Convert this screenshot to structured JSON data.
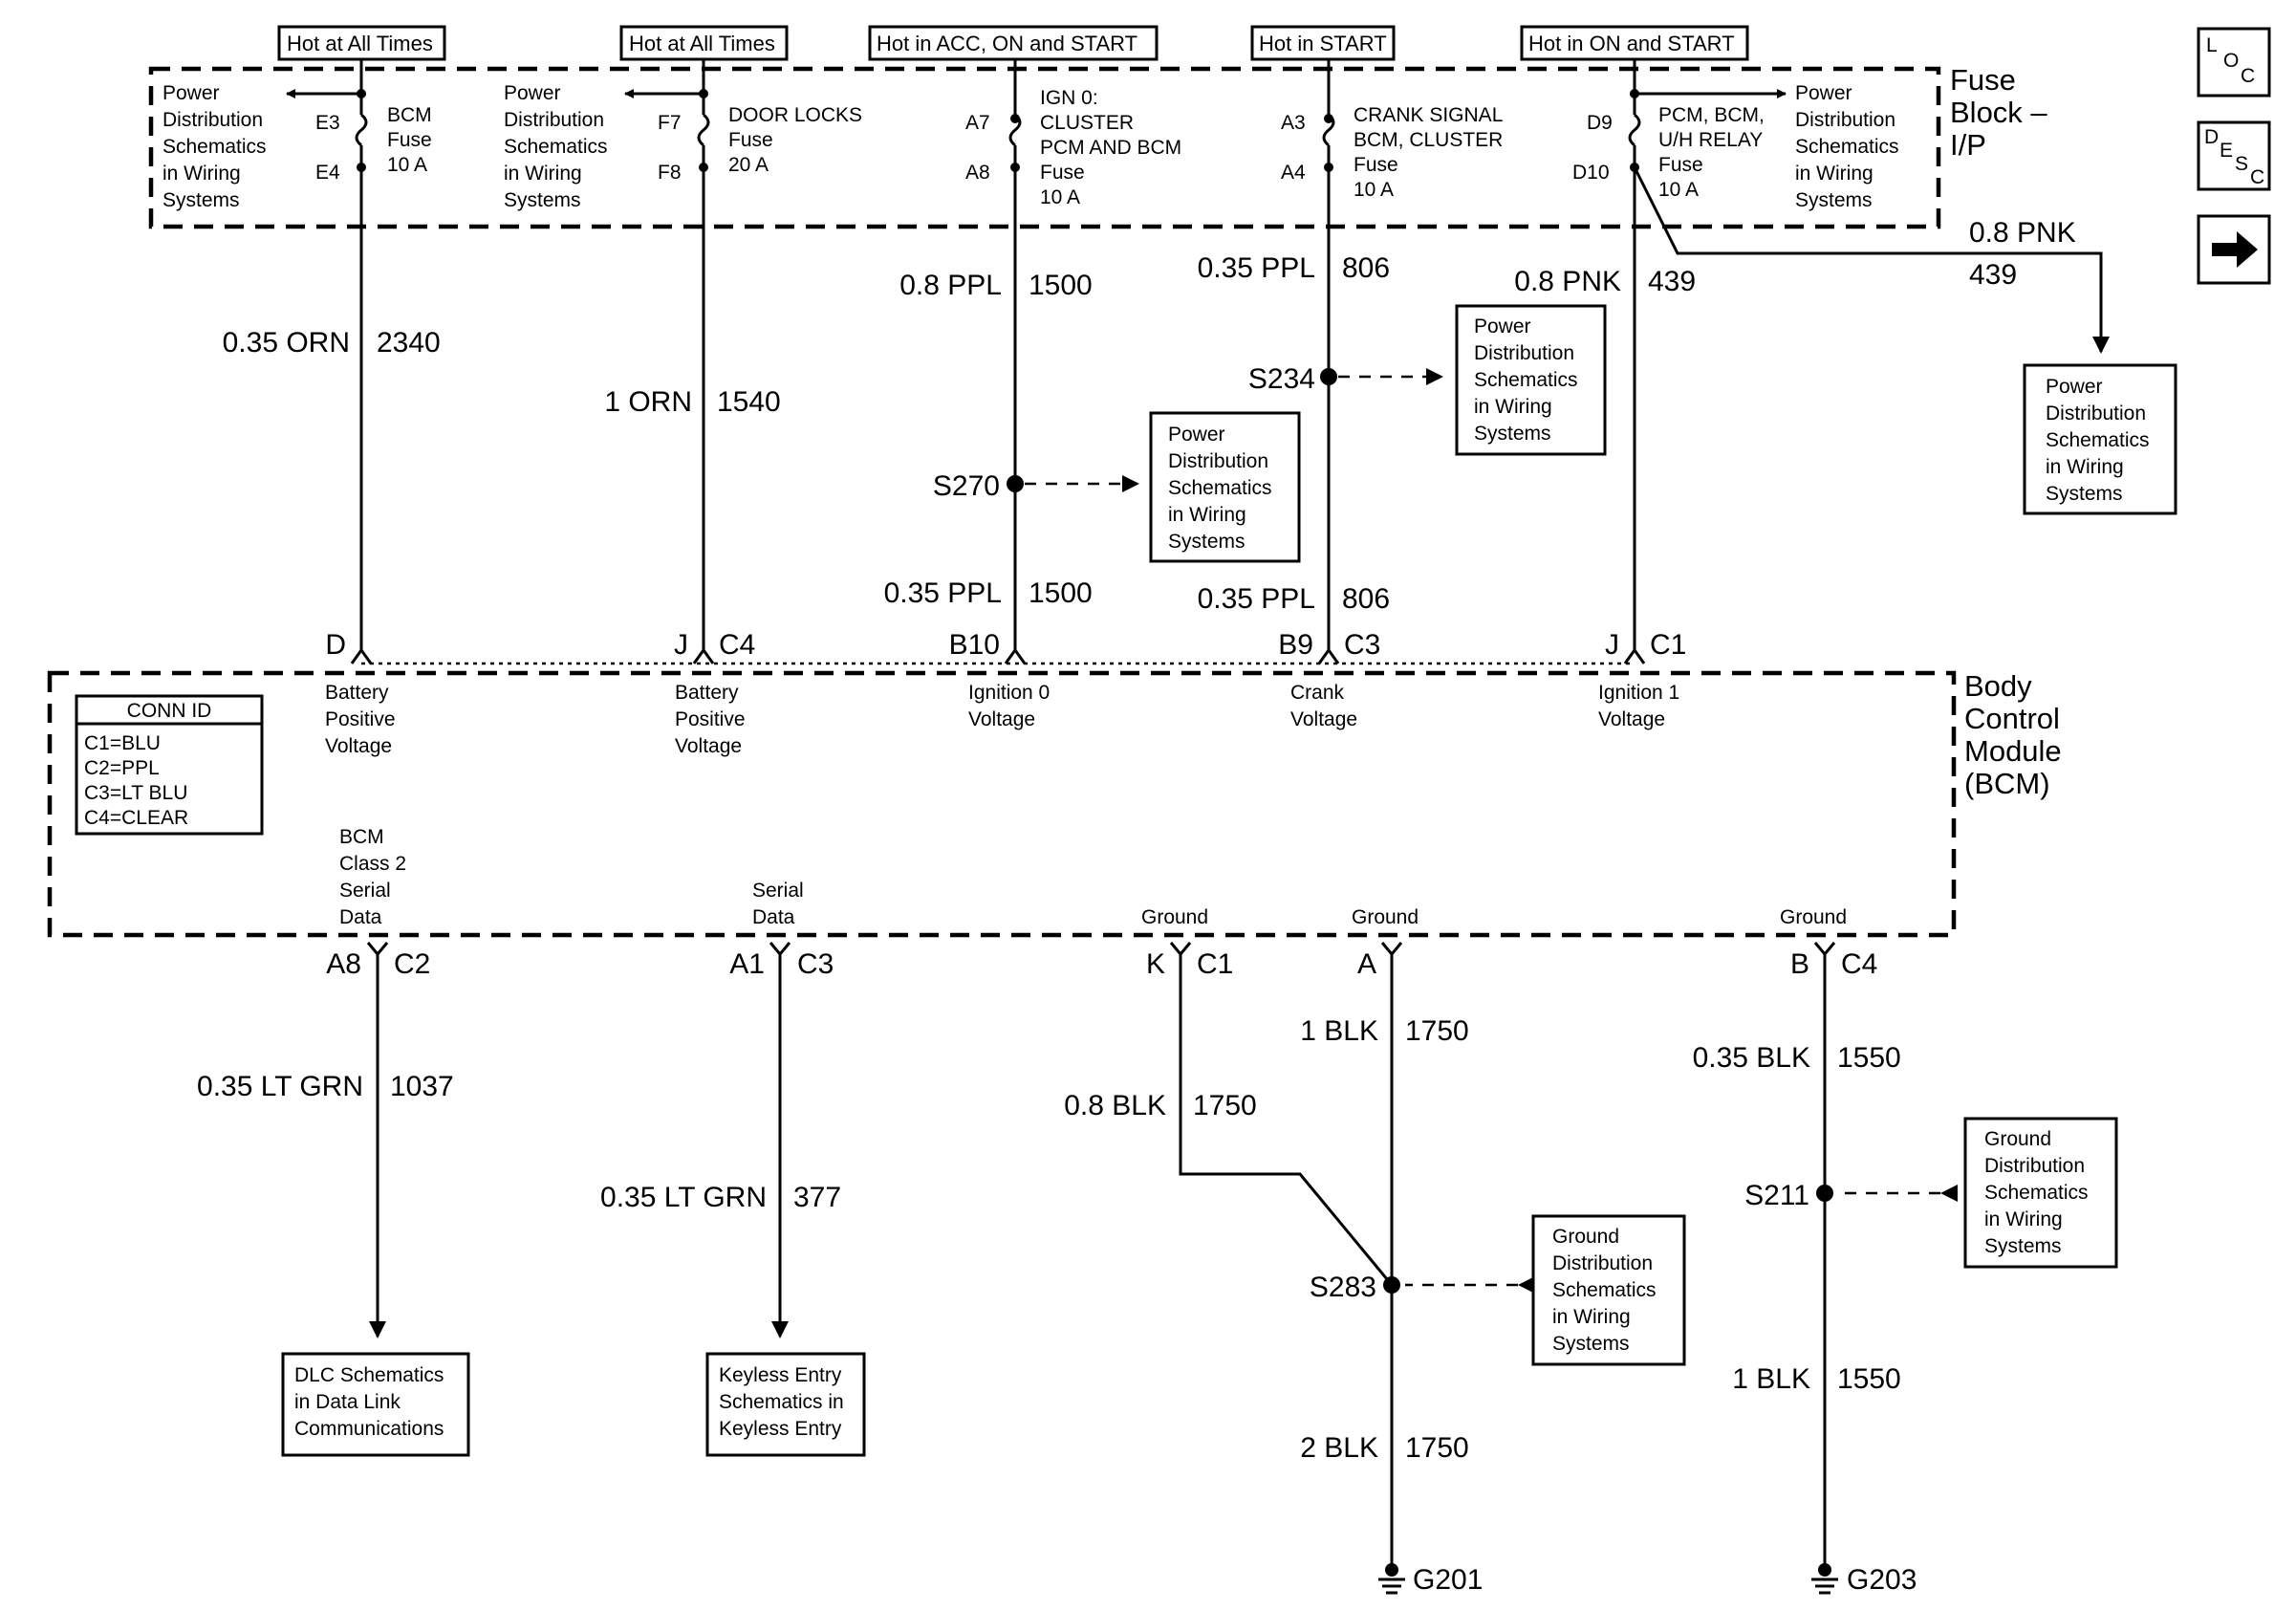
{
  "power_sources": [
    {
      "label": "Hot at All Times"
    },
    {
      "label": "Hot at All Times"
    },
    {
      "label": "Hot in ACC, ON and START"
    },
    {
      "label": "Hot in START"
    },
    {
      "label": "Hot in ON and START"
    }
  ],
  "fuse_block": {
    "line1": "Fuse",
    "line2": "Block –",
    "line3": "I/P"
  },
  "fuses": [
    {
      "in_pin": "E3",
      "out_pin": "E4",
      "name_lines": [
        "BCM",
        "Fuse",
        "10 A"
      ]
    },
    {
      "in_pin": "F7",
      "out_pin": "F8",
      "name_lines": [
        "DOOR LOCKS",
        "Fuse",
        "20 A"
      ]
    },
    {
      "in_pin": "A7",
      "out_pin": "A8",
      "name_lines": [
        "IGN 0:",
        "CLUSTER",
        "PCM AND BCM",
        "Fuse",
        "10 A"
      ]
    },
    {
      "in_pin": "A3",
      "out_pin": "A4",
      "name_lines": [
        "CRANK SIGNAL",
        "BCM, CLUSTER",
        "Fuse",
        "10 A"
      ]
    },
    {
      "in_pin": "D9",
      "out_pin": "D10",
      "name_lines": [
        "PCM, BCM,",
        "U/H RELAY",
        "Fuse",
        "10 A"
      ]
    }
  ],
  "ref_power_dist": [
    "Power",
    "Distribution",
    "Schematics",
    "in Wiring",
    "Systems"
  ],
  "ref_ground_dist": [
    "Ground",
    "Distribution",
    "Schematics",
    "in Wiring",
    "Systems"
  ],
  "wires_top": [
    {
      "gauge": "0.35 ORN",
      "circuit": "2340"
    },
    {
      "gauge": "1 ORN",
      "circuit": "1540"
    },
    {
      "gauge": "0.8 PPL",
      "circuit": "1500"
    },
    {
      "gauge": "0.35 PPL",
      "circuit": "806"
    },
    {
      "gauge": "0.8 PNK",
      "circuit": "439"
    }
  ],
  "wire_pnk_branch": {
    "gauge": "0.8 PNK",
    "circuit": "439"
  },
  "wires_lower": [
    {
      "gauge": "0.35 PPL",
      "circuit": "1500"
    },
    {
      "gauge": "0.35 PPL",
      "circuit": "806"
    }
  ],
  "splices": {
    "s270": "S270",
    "s234": "S234",
    "s283": "S283",
    "s211": "S211"
  },
  "bcm_top_pins": [
    {
      "pin": "D",
      "conn": "",
      "lines": [
        "Battery",
        "Positive",
        "Voltage"
      ]
    },
    {
      "pin": "J",
      "conn": "C4",
      "lines": [
        "Battery",
        "Positive",
        "Voltage"
      ]
    },
    {
      "pin": "B10",
      "conn": "",
      "lines": [
        "Ignition 0",
        "Voltage"
      ]
    },
    {
      "pin": "B9",
      "conn": "C3",
      "lines": [
        "Crank",
        "Voltage"
      ]
    },
    {
      "pin": "J",
      "conn": "C1",
      "lines": [
        "Ignition 1",
        "Voltage"
      ]
    }
  ],
  "bcm": {
    "line1": "Body",
    "line2": "Control",
    "line3": "Module",
    "line4": "(BCM)"
  },
  "conn_id": {
    "title": "CONN ID",
    "rows": [
      "C1=BLU",
      "C2=PPL",
      "C3=LT BLU",
      "C4=CLEAR"
    ]
  },
  "bcm_bottom_pins": [
    {
      "pin": "A8",
      "conn": "C2",
      "lines": [
        "BCM",
        "Class 2",
        "Serial",
        "Data"
      ]
    },
    {
      "pin": "A1",
      "conn": "C3",
      "lines": [
        "Serial",
        "Data"
      ]
    },
    {
      "pin": "K",
      "conn": "C1",
      "lines": [
        "Ground"
      ]
    },
    {
      "pin": "A",
      "conn": "",
      "lines": [
        "Ground"
      ]
    },
    {
      "pin": "B",
      "conn": "C4",
      "lines": [
        "Ground"
      ]
    }
  ],
  "wires_bottom": [
    {
      "gauge": "0.35 LT GRN",
      "circuit": "1037"
    },
    {
      "gauge": "0.35 LT GRN",
      "circuit": "377"
    },
    {
      "gauge": "0.8 BLK",
      "circuit": "1750"
    },
    {
      "gauge": "1 BLK",
      "circuit": "1750"
    },
    {
      "gauge": "0.35 BLK",
      "circuit": "1550"
    },
    {
      "gauge": "2 BLK",
      "circuit": "1750"
    },
    {
      "gauge": "1 BLK",
      "circuit": "1550"
    }
  ],
  "dlc_ref": [
    "DLC Schematics",
    "in Data Link",
    "Communications"
  ],
  "keyless_ref": [
    "Keyless Entry",
    "Schematics in",
    "Keyless Entry"
  ],
  "grounds": {
    "g201": "G201",
    "g203": "G203"
  },
  "nav": {
    "loc": [
      "L",
      "O",
      "C"
    ],
    "desc": [
      "D",
      "E",
      "S",
      "C"
    ],
    "next_icon": "arrow-right-icon"
  }
}
